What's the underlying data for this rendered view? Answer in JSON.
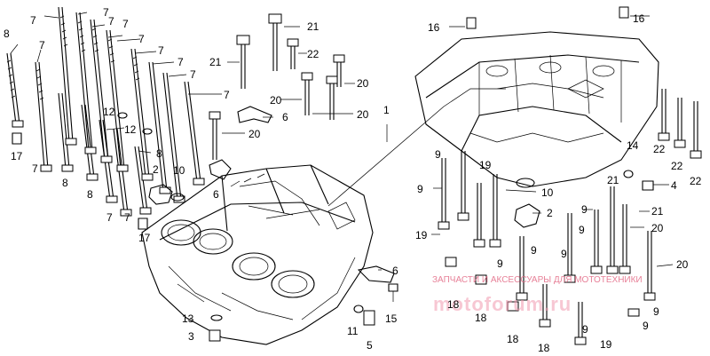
{
  "callouts": {
    "c1": "1",
    "c2a": "2",
    "c2b": "2",
    "c3": "3",
    "c4": "4",
    "c5": "5",
    "c6a": "6",
    "c6b": "6",
    "c6c": "6",
    "c7a": "7",
    "c7b": "7",
    "c7c": "7",
    "c7d": "7",
    "c7e": "7",
    "c7f": "7",
    "c7g": "7",
    "c7h": "7",
    "c7i": "7",
    "c7j": "7",
    "c7k": "7",
    "c7l": "7",
    "c7m": "7",
    "c8a": "8",
    "c8b": "8",
    "c8c": "8",
    "c8d": "8",
    "c9a": "9",
    "c9b": "9",
    "c9c": "9",
    "c9d": "9",
    "c9e": "9",
    "c9f": "9",
    "c9g": "9",
    "c9h": "9",
    "c9i": "9",
    "c9j": "9",
    "c10a": "10",
    "c10b": "10",
    "c11": "11",
    "c12a": "12",
    "c12b": "12",
    "c13": "13",
    "c14": "14",
    "c15": "15",
    "c16a": "16",
    "c16b": "16",
    "c17a": "17",
    "c17b": "17",
    "c18a": "18",
    "c18b": "18",
    "c18c": "18",
    "c18d": "18",
    "c19a": "19",
    "c19b": "19",
    "c19c": "19",
    "c20a": "20",
    "c20b": "20",
    "c20c": "20",
    "c20d": "20",
    "c20e": "20",
    "c20f": "20",
    "c21a": "21",
    "c21b": "21",
    "c21c": "21",
    "c21d": "21",
    "c22a": "22",
    "c22b": "22",
    "c22c": "22",
    "c22d": "22"
  },
  "watermark": {
    "text": "ЗАПЧАСТИ И АКСЕССУАРЫ ДЛЯ МОТОТЕХНИКИ",
    "logo": "motoforum.ru"
  },
  "colors": {
    "line": "#000000",
    "watermark": "#e36a86"
  }
}
